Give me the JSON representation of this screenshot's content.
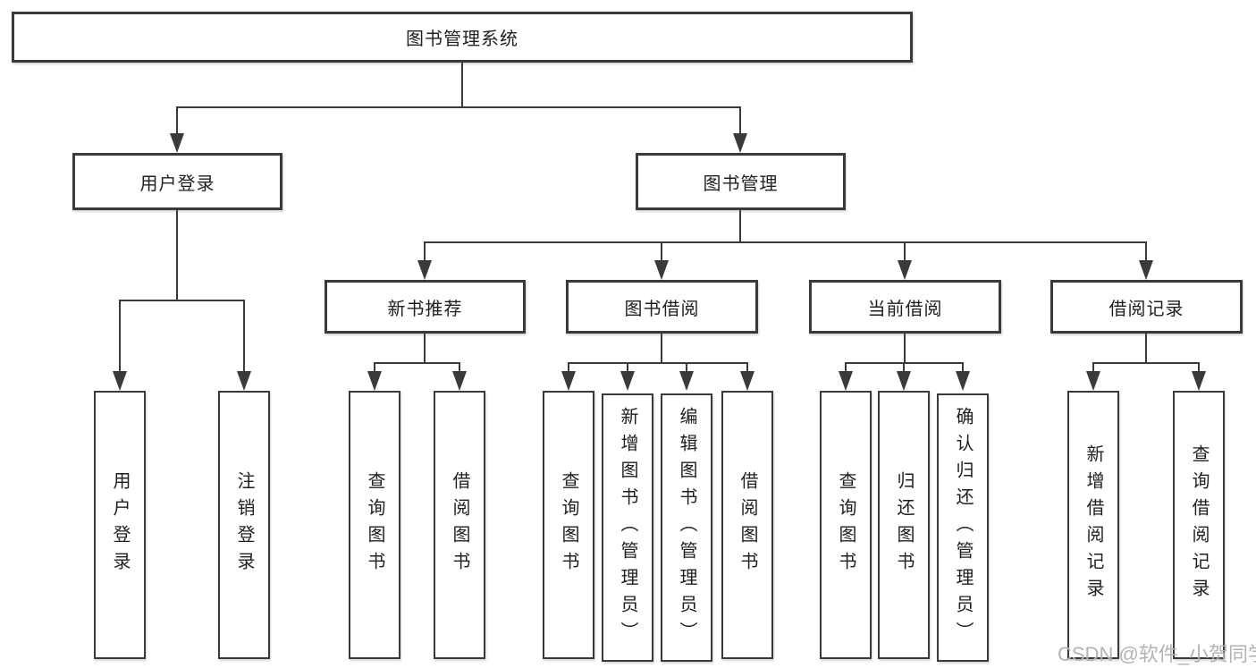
{
  "tree": {
    "label": "图书管理系统",
    "children": [
      {
        "label": "用户登录",
        "children": [
          {
            "label": "用户登录"
          },
          {
            "label": "注销登录"
          }
        ]
      },
      {
        "label": "图书管理",
        "children": [
          {
            "label": "新书推荐",
            "children": [
              {
                "label": "查询图书"
              },
              {
                "label": "借阅图书"
              }
            ]
          },
          {
            "label": "图书借阅",
            "children": [
              {
                "label": "查询图书"
              },
              {
                "label": "新增图书（管理员）"
              },
              {
                "label": "编辑图书（管理员）"
              },
              {
                "label": "借阅图书"
              }
            ]
          },
          {
            "label": "当前借阅",
            "children": [
              {
                "label": "查询图书"
              },
              {
                "label": "归还图书"
              },
              {
                "label": "确认归还（管理员）"
              }
            ]
          },
          {
            "label": "借阅记录",
            "children": [
              {
                "label": "新增借阅记录"
              },
              {
                "label": "查询借阅记录"
              }
            ]
          }
        ]
      }
    ]
  },
  "watermark": "CSDN @软件_小贺同学",
  "colors": {
    "line": "#3a3a3a",
    "text": "#1f1f1f",
    "watermark": "#b3b3b3",
    "background": "#ffffff"
  }
}
